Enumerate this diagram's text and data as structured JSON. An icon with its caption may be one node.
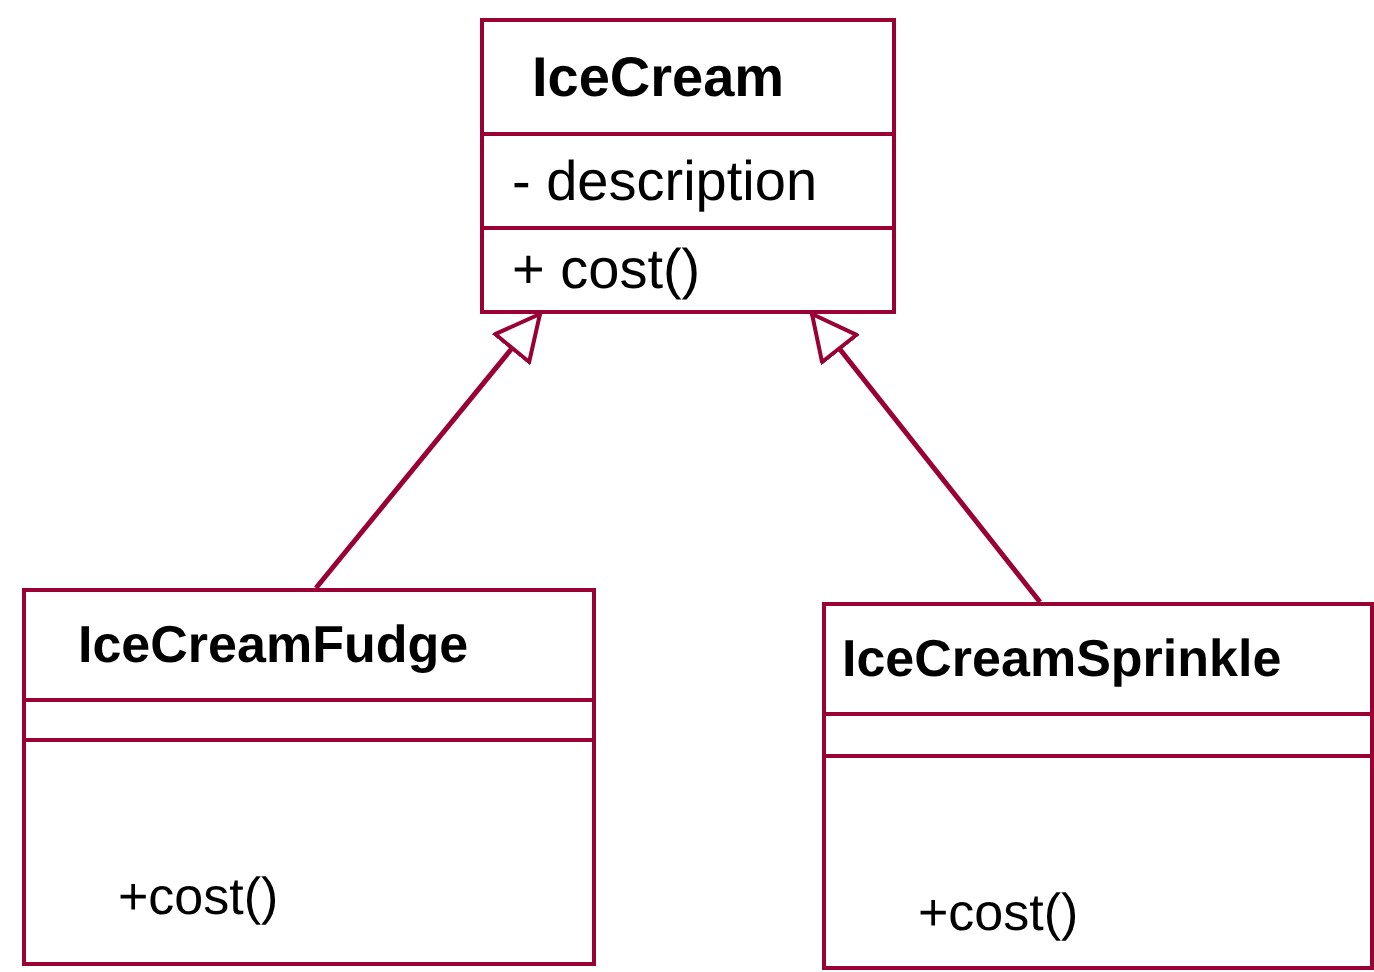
{
  "diagram": {
    "nodes": [
      {
        "text": [
          "IceCream",
          "- description",
          "+ cost()"
        ]
      },
      {
        "text": [
          "IceCreamFudge",
          "+cost()"
        ]
      },
      {
        "text": [
          "IceCreamSprinkle",
          "+cost()"
        ]
      }
    ],
    "edges": [
      {
        "from": 1,
        "to": 0,
        "arrow": "to"
      },
      {
        "from": 2,
        "to": 0,
        "arrow": "to"
      }
    ]
  }
}
